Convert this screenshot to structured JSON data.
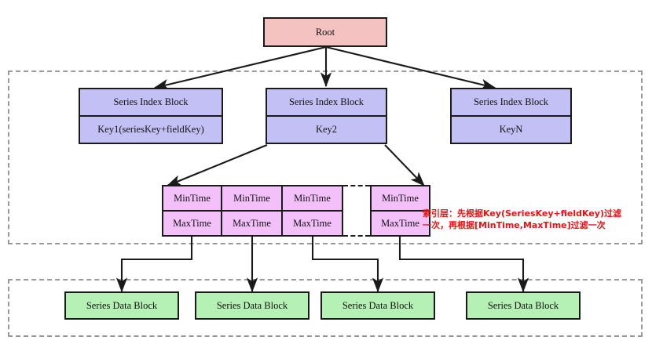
{
  "diagram": {
    "title": "TSM index structure",
    "colors": {
      "root_fill": "#f5c2c2",
      "index_fill": "#c3c0f5",
      "time_fill": "#f3c0fa",
      "data_fill": "#b5f0b5",
      "stroke": "#1a1a1a",
      "region_stroke": "#999999",
      "annotation": "#ee1111"
    },
    "root": {
      "label": "Root"
    },
    "index_blocks": [
      {
        "title": "Series Index Block",
        "key": "Key1(seriesKey+fieldKey)"
      },
      {
        "title": "Series Index Block",
        "key": "Key2"
      },
      {
        "title": "Series Index Block",
        "key": "KeyN"
      }
    ],
    "time_entries": [
      {
        "min": "MinTime",
        "max": "MaxTime"
      },
      {
        "min": "MinTime",
        "max": "MaxTime"
      },
      {
        "min": "MinTime",
        "max": "MaxTime"
      },
      {
        "min": "MinTime",
        "max": "MaxTime"
      }
    ],
    "data_blocks": [
      {
        "label": "Series Data Block"
      },
      {
        "label": "Series Data Block"
      },
      {
        "label": "Series Data Block"
      },
      {
        "label": "Series Data Block"
      }
    ],
    "annotation": {
      "line1": "索引层：先根据Key(SeriesKey+fieldKey)过滤",
      "line2": "一次，再根据[MinTime,MaxTime]过滤一次"
    }
  }
}
